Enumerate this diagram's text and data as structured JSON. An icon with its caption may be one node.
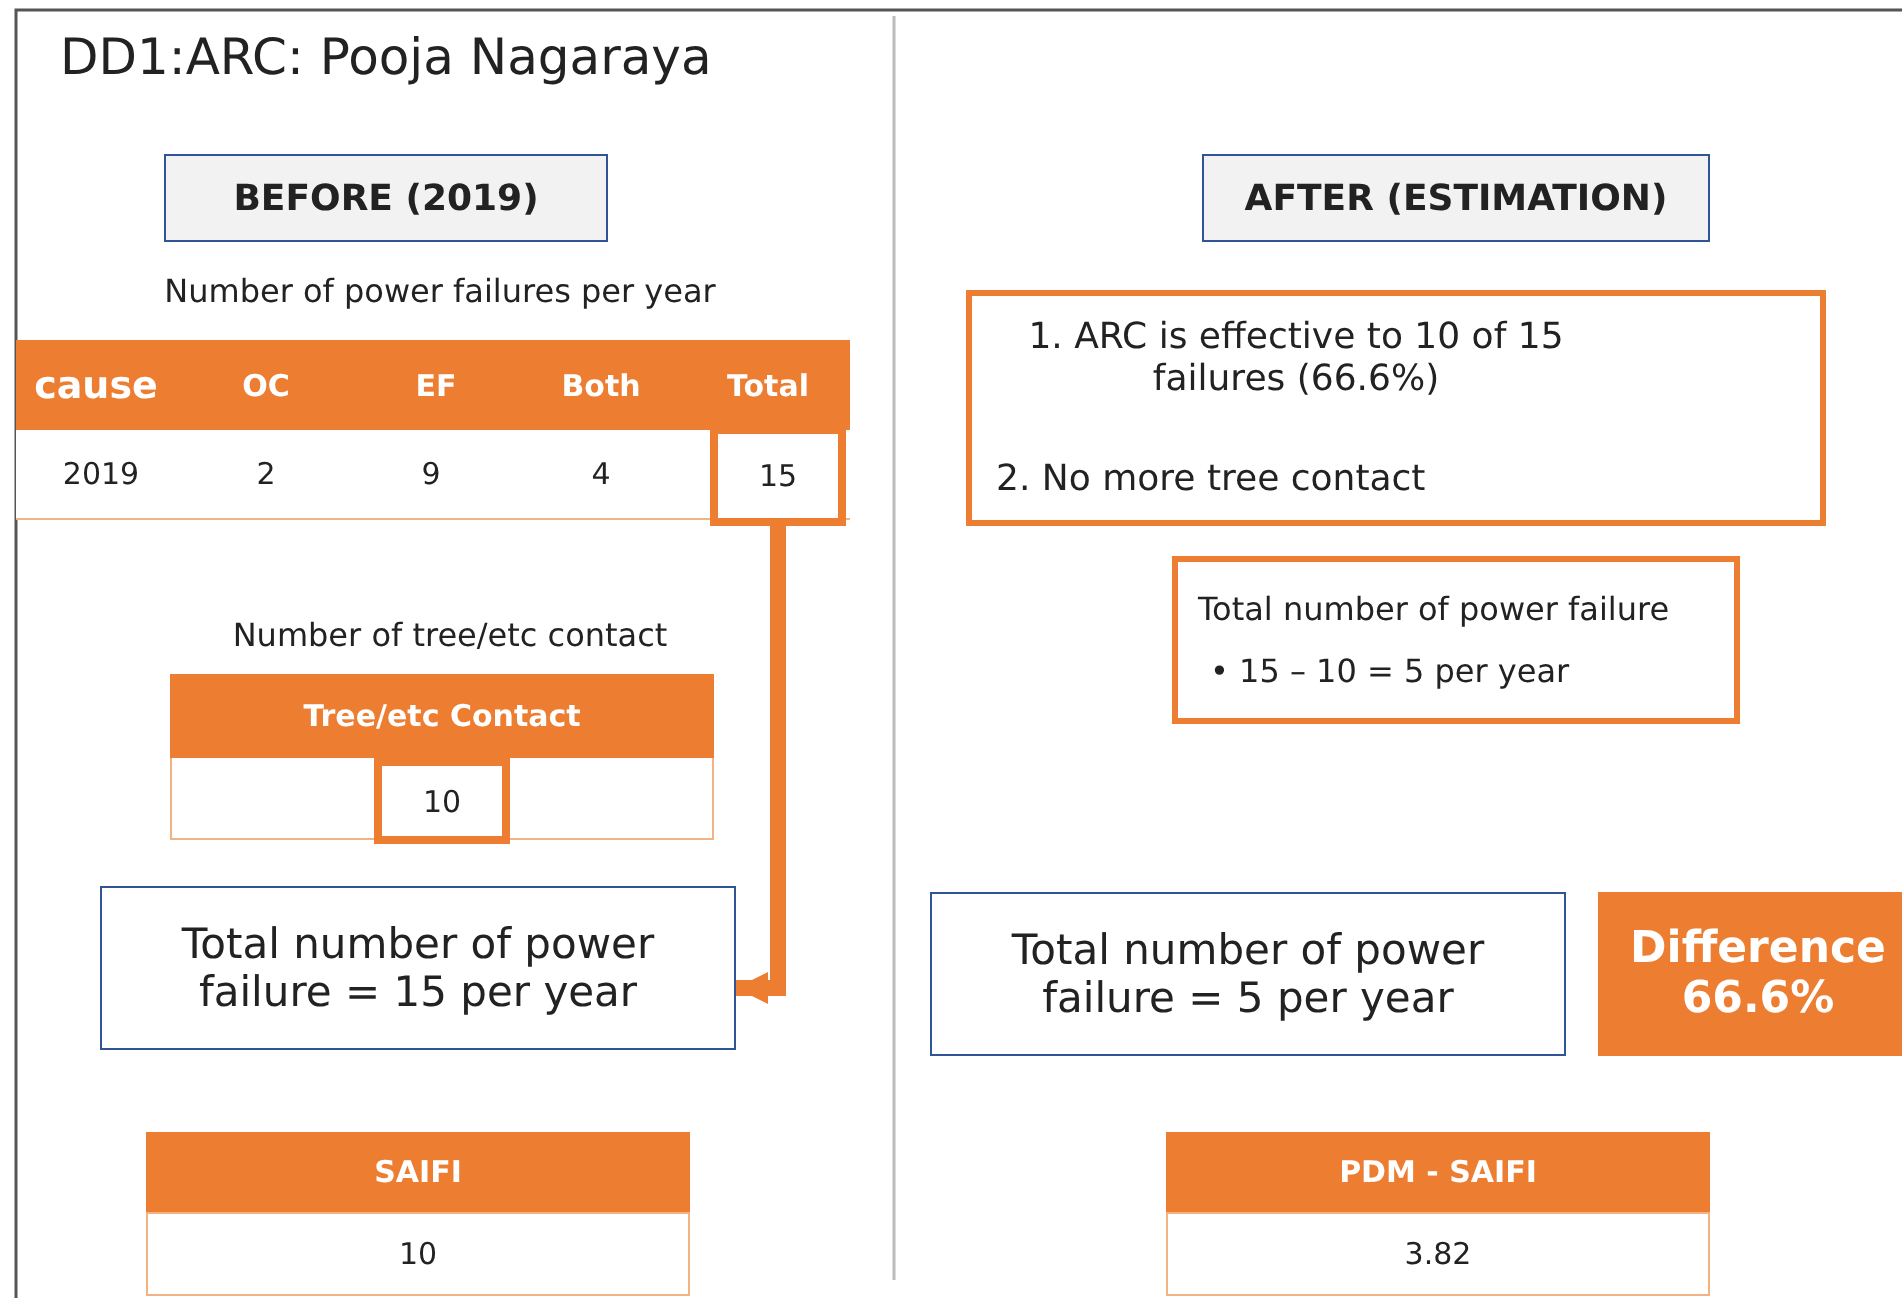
{
  "diagram": {
    "title": "DD1:ARC: Pooja Nagaraya",
    "nodes": [
      {
        "text": [
          "BEFORE (2019)"
        ]
      },
      {
        "text": [
          "AFTER (ESTIMATION)"
        ]
      },
      {
        "text": [
          "15"
        ]
      },
      {
        "text": [
          "10"
        ]
      },
      {
        "text": [
          "Total number of power failure = 15 per year"
        ]
      },
      {
        "text": [
          "1. ARC is effective to 10 of 15 failures (66.6%)",
          "2. No more tree contact"
        ]
      },
      {
        "text": [
          "Total number of power failure",
          "• 15 – 10 = 5 per year"
        ]
      },
      {
        "text": [
          "Total number of power failure = 5 per year"
        ]
      },
      {
        "text": [
          "Difference",
          "66.6%"
        ]
      }
    ],
    "edges": [
      {
        "from": 2,
        "to": 4,
        "arrow": "to"
      }
    ],
    "labels": [
      "Number of power failures per year",
      "cause",
      "OC",
      "EF",
      "Both",
      "Total",
      "2019",
      "2",
      "9",
      "4",
      "Number of tree/etc contact",
      "Tree/etc Contact",
      "SAIFI",
      "10",
      "PDM - SAIFI",
      "3.82"
    ]
  }
}
